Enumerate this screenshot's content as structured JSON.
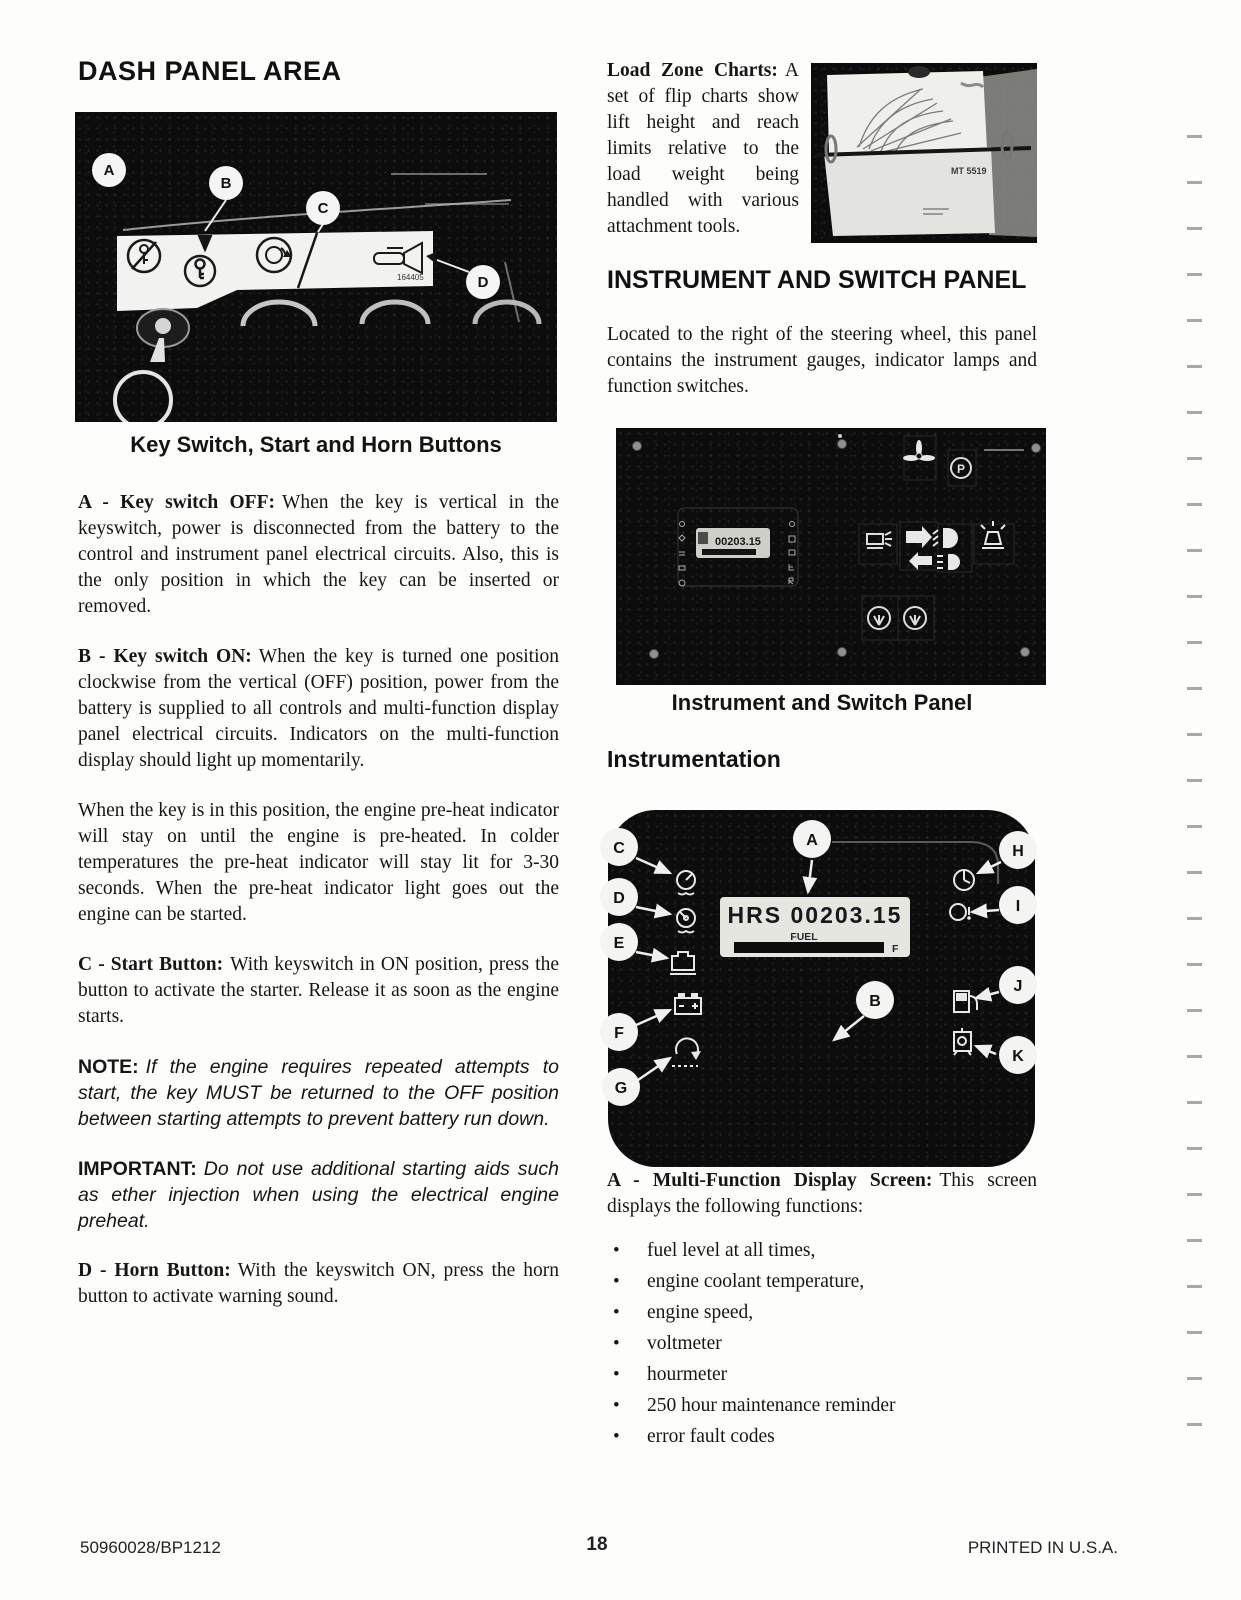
{
  "footer": {
    "doc_number": "50960028/BP1212",
    "page_number": "18",
    "printed": "PRINTED IN U.S.A."
  },
  "left": {
    "heading": "DASH PANEL AREA",
    "caption": "Key Switch, Start and Horn Buttons",
    "dash_figure": {
      "labels": [
        "A",
        "B",
        "C",
        "D"
      ],
      "part_number": "164405",
      "icons": [
        "key-off-icon",
        "key-on-icon",
        "start-button-icon",
        "horn-icon"
      ]
    },
    "paragraphs": [
      {
        "lead": "A - Key switch OFF:",
        "text": "When the key is vertical in the keyswitch, power is disconnected from the battery to the control and instrument panel electrical circuits. Also, this is the only position in which the key can be inserted or removed."
      },
      {
        "lead": "B - Key switch ON:",
        "text": "When the key is turned one position clockwise from the vertical (OFF) position, power from the battery is supplied to all controls and multi-function display panel electrical circuits. Indicators on the multi-function display should light up momentarily."
      },
      {
        "lead": "",
        "text": "When the key is in this position, the engine pre-heat indicator will stay on until the engine is pre-heated. In colder temperatures the pre-heat indicator will stay lit for 3-30 seconds. When the pre-heat indicator light goes out the engine can be started."
      },
      {
        "lead": "C - Start Button:",
        "text": "With keyswitch in ON position, press the button to activate the starter. Release it as soon as the engine starts."
      },
      {
        "lead": "NOTE:",
        "text": "If the engine requires repeated attempts to start, the key MUST be returned to the OFF position between starting attempts to prevent battery run down."
      },
      {
        "lead": "IMPORTANT:",
        "text": "Do not use additional starting aids such as ether injection when using the electrical engine preheat."
      },
      {
        "lead": "D - Horn Button:",
        "text": "With the keyswitch ON, press the horn button to activate warning sound."
      }
    ]
  },
  "right": {
    "load_zone": {
      "lead": "Load Zone Charts:",
      "text": "A set of flip charts show lift height and reach limits relative to the load weight being handled with various attachment tools.",
      "chart_label": "MT 5519"
    },
    "switch_heading": "INSTRUMENT AND SWITCH PANEL",
    "switch_intro": "Located to the right of the steering wheel, this panel contains the instrument gauges, indicator lamps and function switches.",
    "switch_caption": "Instrument and Switch Panel",
    "switch_figure": {
      "lcd_value": "00203.15",
      "parking_letter": "P",
      "icons": [
        "fan-icon",
        "parking-brake-icon",
        "work-lights-icon",
        "direction-arrow-icons",
        "headlight-beam-icons",
        "beacon-icon",
        "wiper-washer-icons"
      ]
    },
    "instr_heading": "Instrumentation",
    "instr_figure": {
      "labels": [
        "A",
        "B",
        "C",
        "D",
        "E",
        "F",
        "G",
        "H",
        "I",
        "J",
        "K"
      ],
      "lcd_line1": "HRS 00203.15",
      "lcd_line2": "FUEL",
      "lcd_full_mark": "F",
      "icons": {
        "C": "coolant-temperature-icon",
        "D": "temperature-gauge-icon",
        "E": "engine-icon",
        "F": "battery-icon",
        "G": "engine-speed-icon",
        "H": "hourmeter-icon",
        "I": "voltmeter-icon",
        "J": "fuel-level-icon",
        "K": "maintenance-reminder-icon"
      }
    },
    "display": {
      "lead": "A - Multi-Function Display Screen:",
      "text": "This screen displays the following functions:",
      "bullet_char": "•",
      "bullets": [
        "fuel level at all times,",
        "engine coolant temperature,",
        "engine speed,",
        "voltmeter",
        "hourmeter",
        "250 hour maintenance reminder",
        "error fault codes"
      ]
    }
  }
}
